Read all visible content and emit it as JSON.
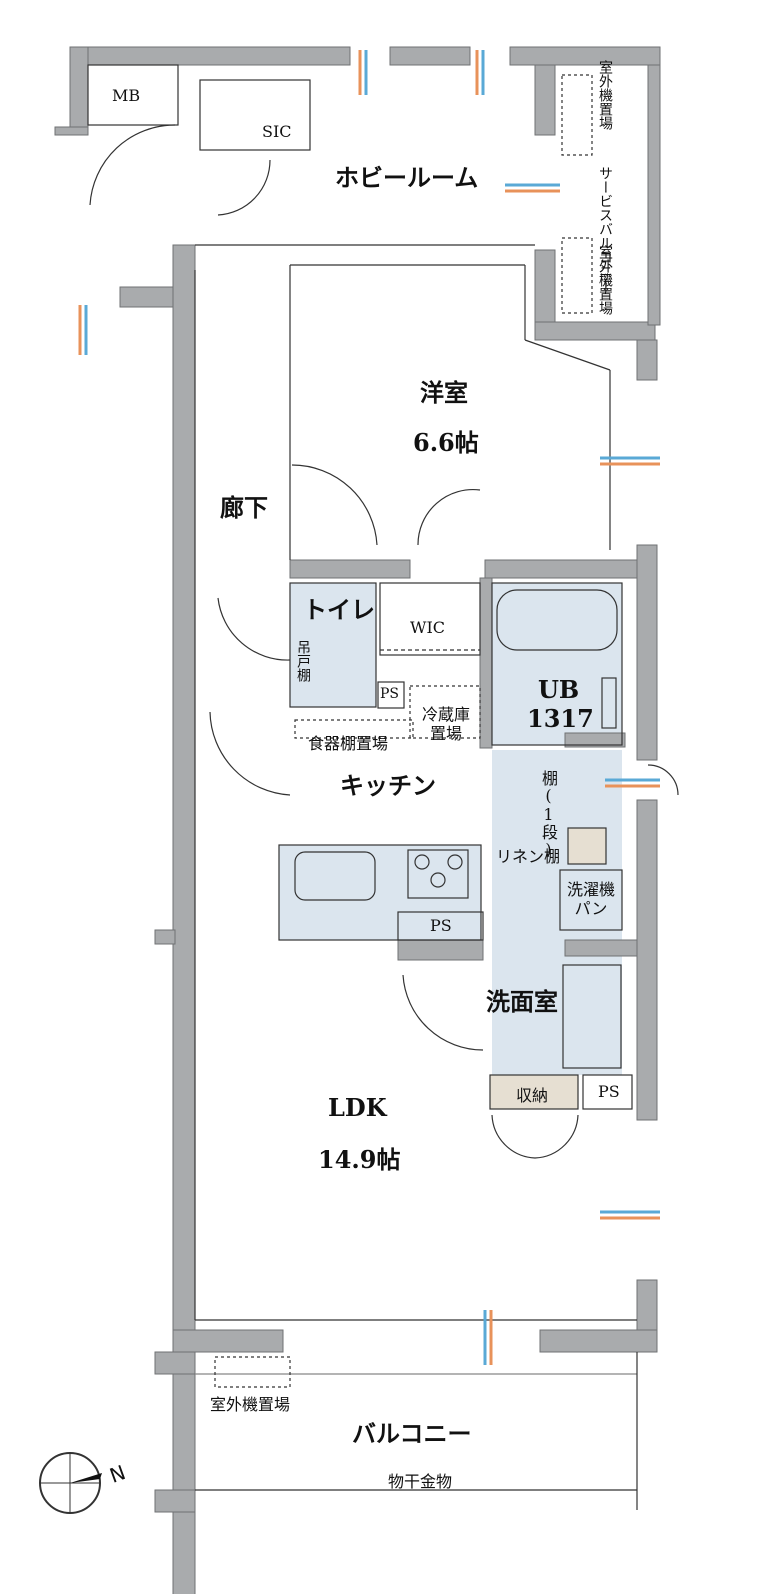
{
  "colors": {
    "wall": "#a9abad",
    "wall_edge": "#6f7173",
    "wet_area": "#dbe5ee",
    "storage": "#e6dfd2",
    "line": "#333333",
    "air_blue": "#5aa9d6",
    "air_orange": "#e8925a"
  },
  "rooms": {
    "hobby_room": "ホビールーム",
    "mb": "MB",
    "sic": "SIC",
    "western_room": "洋室",
    "western_room_size": "6.6帖",
    "corridor": "廊下",
    "toilet": "トイレ",
    "wall_cabinet": "吊戸棚",
    "wic": "WIC",
    "ps_toilet": "PS",
    "ub": "UB",
    "ub_size": "1317",
    "fridge": "冷蔵庫\n置場",
    "dish_shelf": "食器棚置場",
    "kitchen": "キッチン",
    "shelf_one": "棚(1段)",
    "linen_shelf": "リネン棚",
    "washer_pan": "洗濯機\nパン",
    "ps_kitchen": "PS",
    "washroom": "洗面室",
    "storage": "収納",
    "ps_washroom": "PS",
    "ldk": "LDK",
    "ldk_size": "14.9帖",
    "outdoor_unit_bottom": "室外機置場",
    "balcony": "バルコニー",
    "drying_hardware": "物干金物",
    "outdoor_unit_top1": "室外機置場",
    "service_balcony": "サービスバルコニー",
    "outdoor_unit_top2": "室外機置場"
  },
  "compass": {
    "north_label": "N"
  }
}
